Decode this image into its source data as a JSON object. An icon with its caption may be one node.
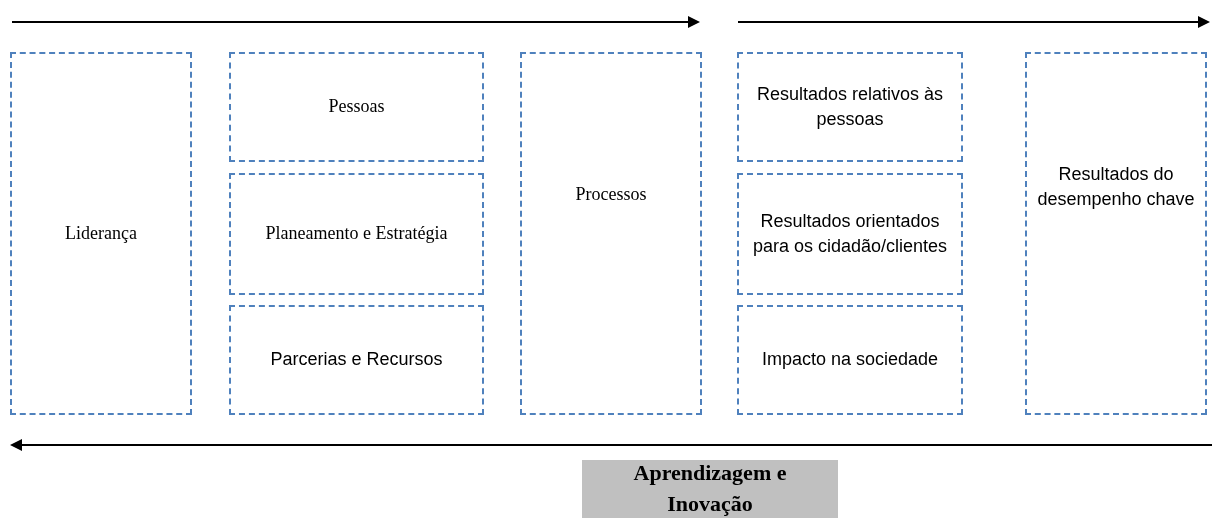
{
  "diagram": {
    "nodes": [
      {
        "text": [
          "Liderança"
        ]
      },
      {
        "text": [
          "Pessoas"
        ]
      },
      {
        "text": [
          "Planeamento e Estratégia"
        ]
      },
      {
        "text": [
          "Parcerias e Recursos"
        ]
      },
      {
        "text": [
          "Processos"
        ]
      },
      {
        "text": [
          "Resultados relativos às pessoas"
        ]
      },
      {
        "text": [
          "Resultados orientados para os cidadão/clientes"
        ]
      },
      {
        "text": [
          "Impacto na sociedade"
        ]
      },
      {
        "text": [
          "Resultados do desempenho chave"
        ]
      },
      {
        "text": [
          "Aprendizagem e Inovação"
        ]
      }
    ]
  }
}
